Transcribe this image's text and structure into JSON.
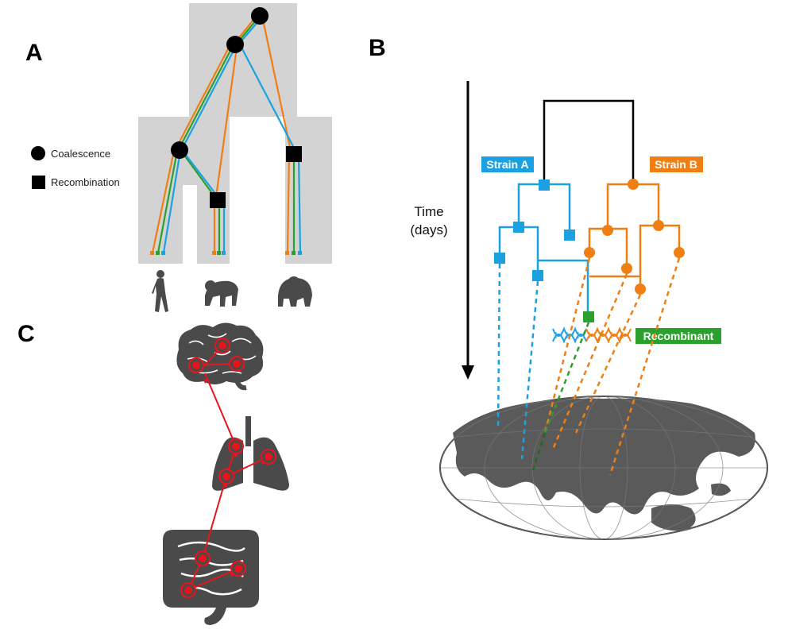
{
  "panels": {
    "a": {
      "letter": "A"
    },
    "b": {
      "letter": "B"
    },
    "c": {
      "letter": "C"
    }
  },
  "legend": {
    "coalescence": "Coalescence",
    "recombination": "Recombination"
  },
  "time_axis": {
    "line1": "Time",
    "line2": "(days)"
  },
  "tags": {
    "strain_a": "Strain A",
    "strain_b": "Strain B",
    "recombinant": "Recombinant"
  },
  "colors": {
    "strain_a": "#1ba1e2",
    "strain_b": "#f07f13",
    "recombinant": "#2ca02c",
    "infection": "#e8141b",
    "species_tree": "#d3d3d3",
    "silhouette": "#4a4a4a",
    "dark_green": "#1e6b1e"
  },
  "icons": {
    "species": [
      "human-icon",
      "chimpanzee-icon",
      "gorilla-icon"
    ],
    "organs": [
      "brain-icon",
      "lung-icon",
      "intestine-icon"
    ],
    "map": "world-globe-icon",
    "dna": "dna-helix-icon"
  }
}
